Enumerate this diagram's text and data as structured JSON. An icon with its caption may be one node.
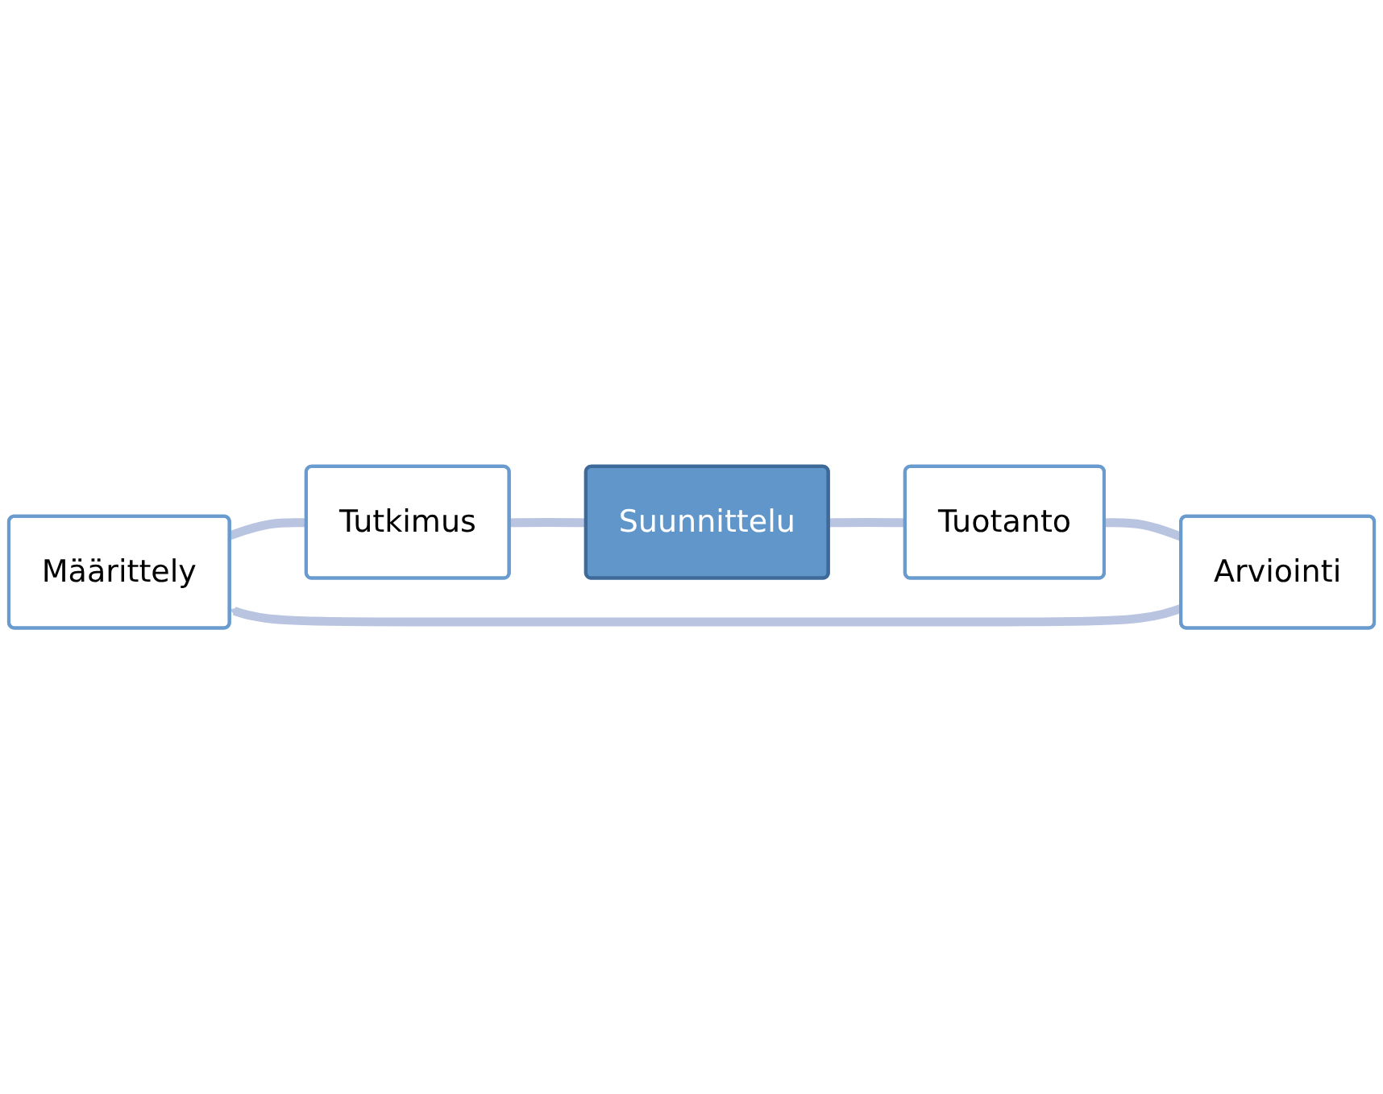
{
  "diagram": {
    "nodes": [
      {
        "text": [
          "Määrittely"
        ]
      },
      {
        "text": [
          "Tutkimus"
        ]
      },
      {
        "text": [
          "Suunnittelu"
        ]
      },
      {
        "text": [
          "Tuotanto"
        ]
      },
      {
        "text": [
          "Arviointi"
        ]
      }
    ],
    "edges": [
      {
        "from": 0,
        "to": 1,
        "arrow": "none"
      },
      {
        "from": 1,
        "to": 2,
        "arrow": "none"
      },
      {
        "from": 2,
        "to": 3,
        "arrow": "none"
      },
      {
        "from": 3,
        "to": 4,
        "arrow": "none"
      },
      {
        "from": 4,
        "to": 0,
        "arrow": "to"
      }
    ]
  }
}
